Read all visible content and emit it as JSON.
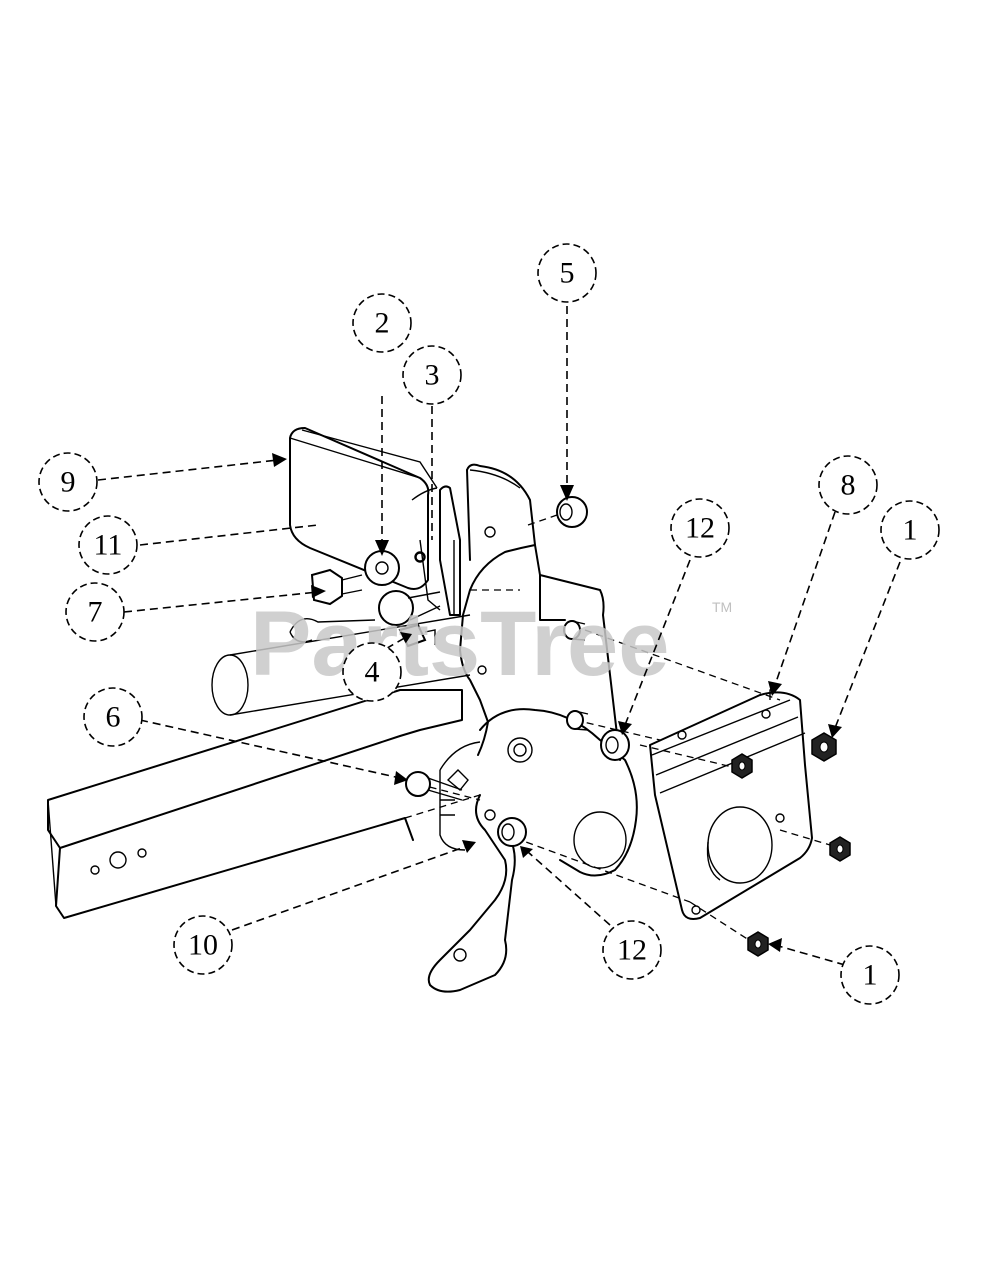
{
  "watermark": {
    "text": "PartsTree",
    "trademark": "TM"
  },
  "callouts": [
    {
      "id": "callout-2",
      "label": "2"
    },
    {
      "id": "callout-3",
      "label": "3"
    },
    {
      "id": "callout-5",
      "label": "5"
    },
    {
      "id": "callout-9",
      "label": "9"
    },
    {
      "id": "callout-8",
      "label": "8"
    },
    {
      "id": "callout-1a",
      "label": "1"
    },
    {
      "id": "callout-12a",
      "label": "12"
    },
    {
      "id": "callout-11",
      "label": "11"
    },
    {
      "id": "callout-7",
      "label": "7"
    },
    {
      "id": "callout-4",
      "label": "4"
    },
    {
      "id": "callout-6",
      "label": "6"
    },
    {
      "id": "callout-10",
      "label": "10"
    },
    {
      "id": "callout-12b",
      "label": "12"
    },
    {
      "id": "callout-1b",
      "label": "1"
    }
  ],
  "colors": {
    "line": "#000000",
    "background": "#ffffff",
    "watermark": "#c8c8c8"
  }
}
